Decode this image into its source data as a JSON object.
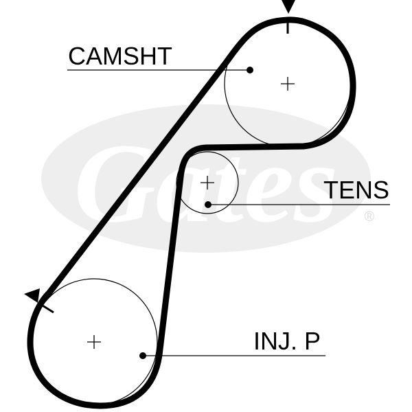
{
  "labels": {
    "camshaft": "CAMSHT",
    "tensioner": "TENS",
    "injection_pump": "INJ. P"
  },
  "watermark": {
    "brand": "Gates",
    "registered_mark": "®"
  },
  "colors": {
    "ink": "#000000",
    "watermark": "#eeeeee",
    "background": "#ffffff"
  }
}
